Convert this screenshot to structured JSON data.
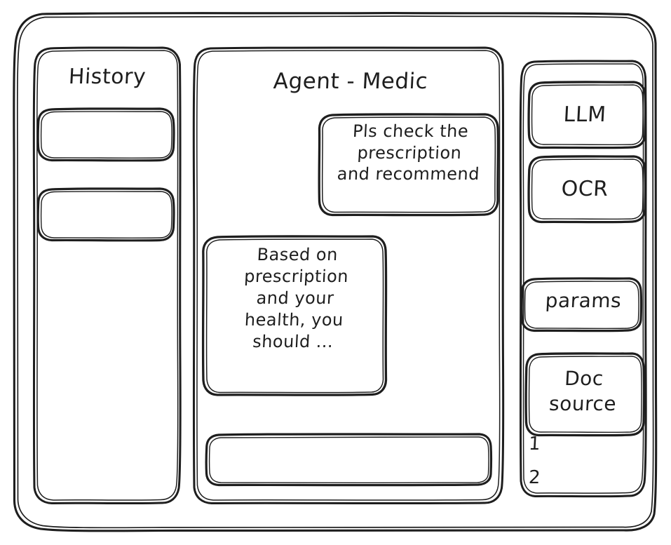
{
  "app": {
    "style": "hand-drawn-wireframe",
    "stroke_color": "#1e1e1e",
    "background_color": "#ffffff"
  },
  "sidebar_left": {
    "title": "History",
    "items": [
      {
        "label": ""
      },
      {
        "label": ""
      }
    ]
  },
  "main": {
    "title": "Agent - Medic",
    "messages": [
      {
        "role": "user",
        "align": "right",
        "text": "Pls check the\nprescription\nand recommend"
      },
      {
        "role": "agent",
        "align": "left",
        "text": "Based on\nprescription\nand your\nhealth, you\nshould ..."
      }
    ],
    "composer": {
      "value": "",
      "placeholder": ""
    }
  },
  "sidebar_right": {
    "tools": [
      {
        "label": "LLM"
      },
      {
        "label": "OCR"
      },
      {
        "label": "params"
      }
    ],
    "doc_source": {
      "label": "Doc\nsource",
      "items": [
        "1",
        "2"
      ]
    }
  }
}
